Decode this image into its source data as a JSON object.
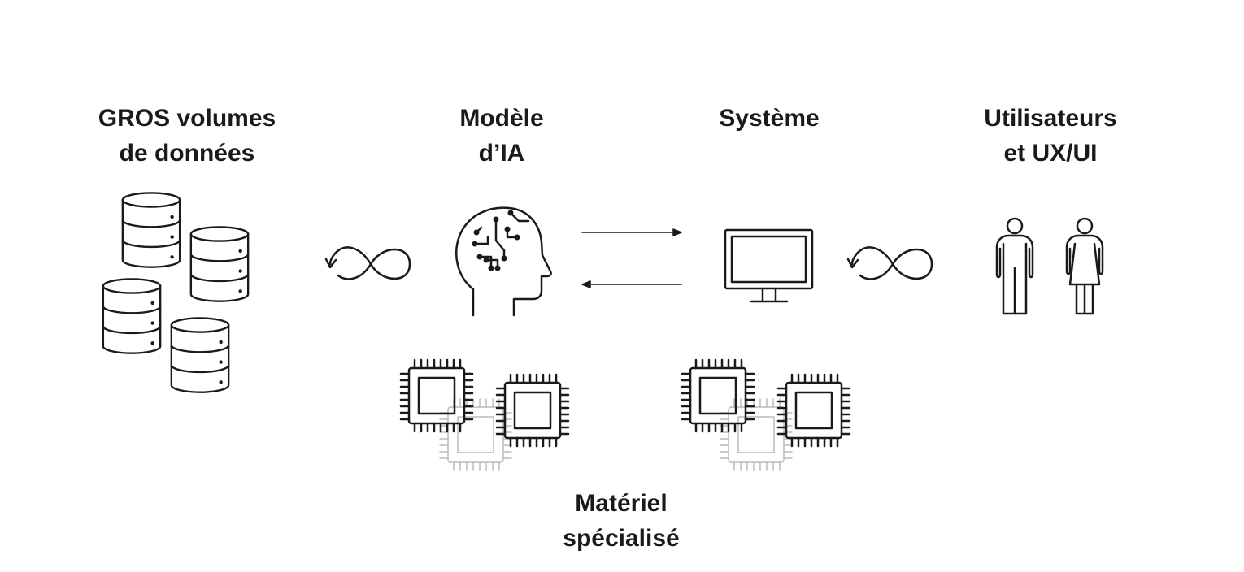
{
  "labels": {
    "data": {
      "line1": "GROS volumes",
      "line2": "de données"
    },
    "model": {
      "line1": "Modèle",
      "line2": "d’IA"
    },
    "system": {
      "line1": "Système"
    },
    "users": {
      "line1": "Utilisateurs",
      "line2": "et UX/UI"
    },
    "hardware": {
      "line1": "Matériel",
      "line2": "spécialisé"
    }
  },
  "icons": {
    "databases": "database-stack-icon",
    "ai_head": "ai-brain-head-icon",
    "monitor": "computer-monitor-icon",
    "users": "man-woman-icon",
    "loop": "infinity-loop-icon",
    "arrows": "bidirectional-arrows-icon",
    "chips": "processor-chip-icon"
  },
  "colors": {
    "ink": "#1a1a1a",
    "faded": "#bbbbbb",
    "background": "#ffffff"
  }
}
